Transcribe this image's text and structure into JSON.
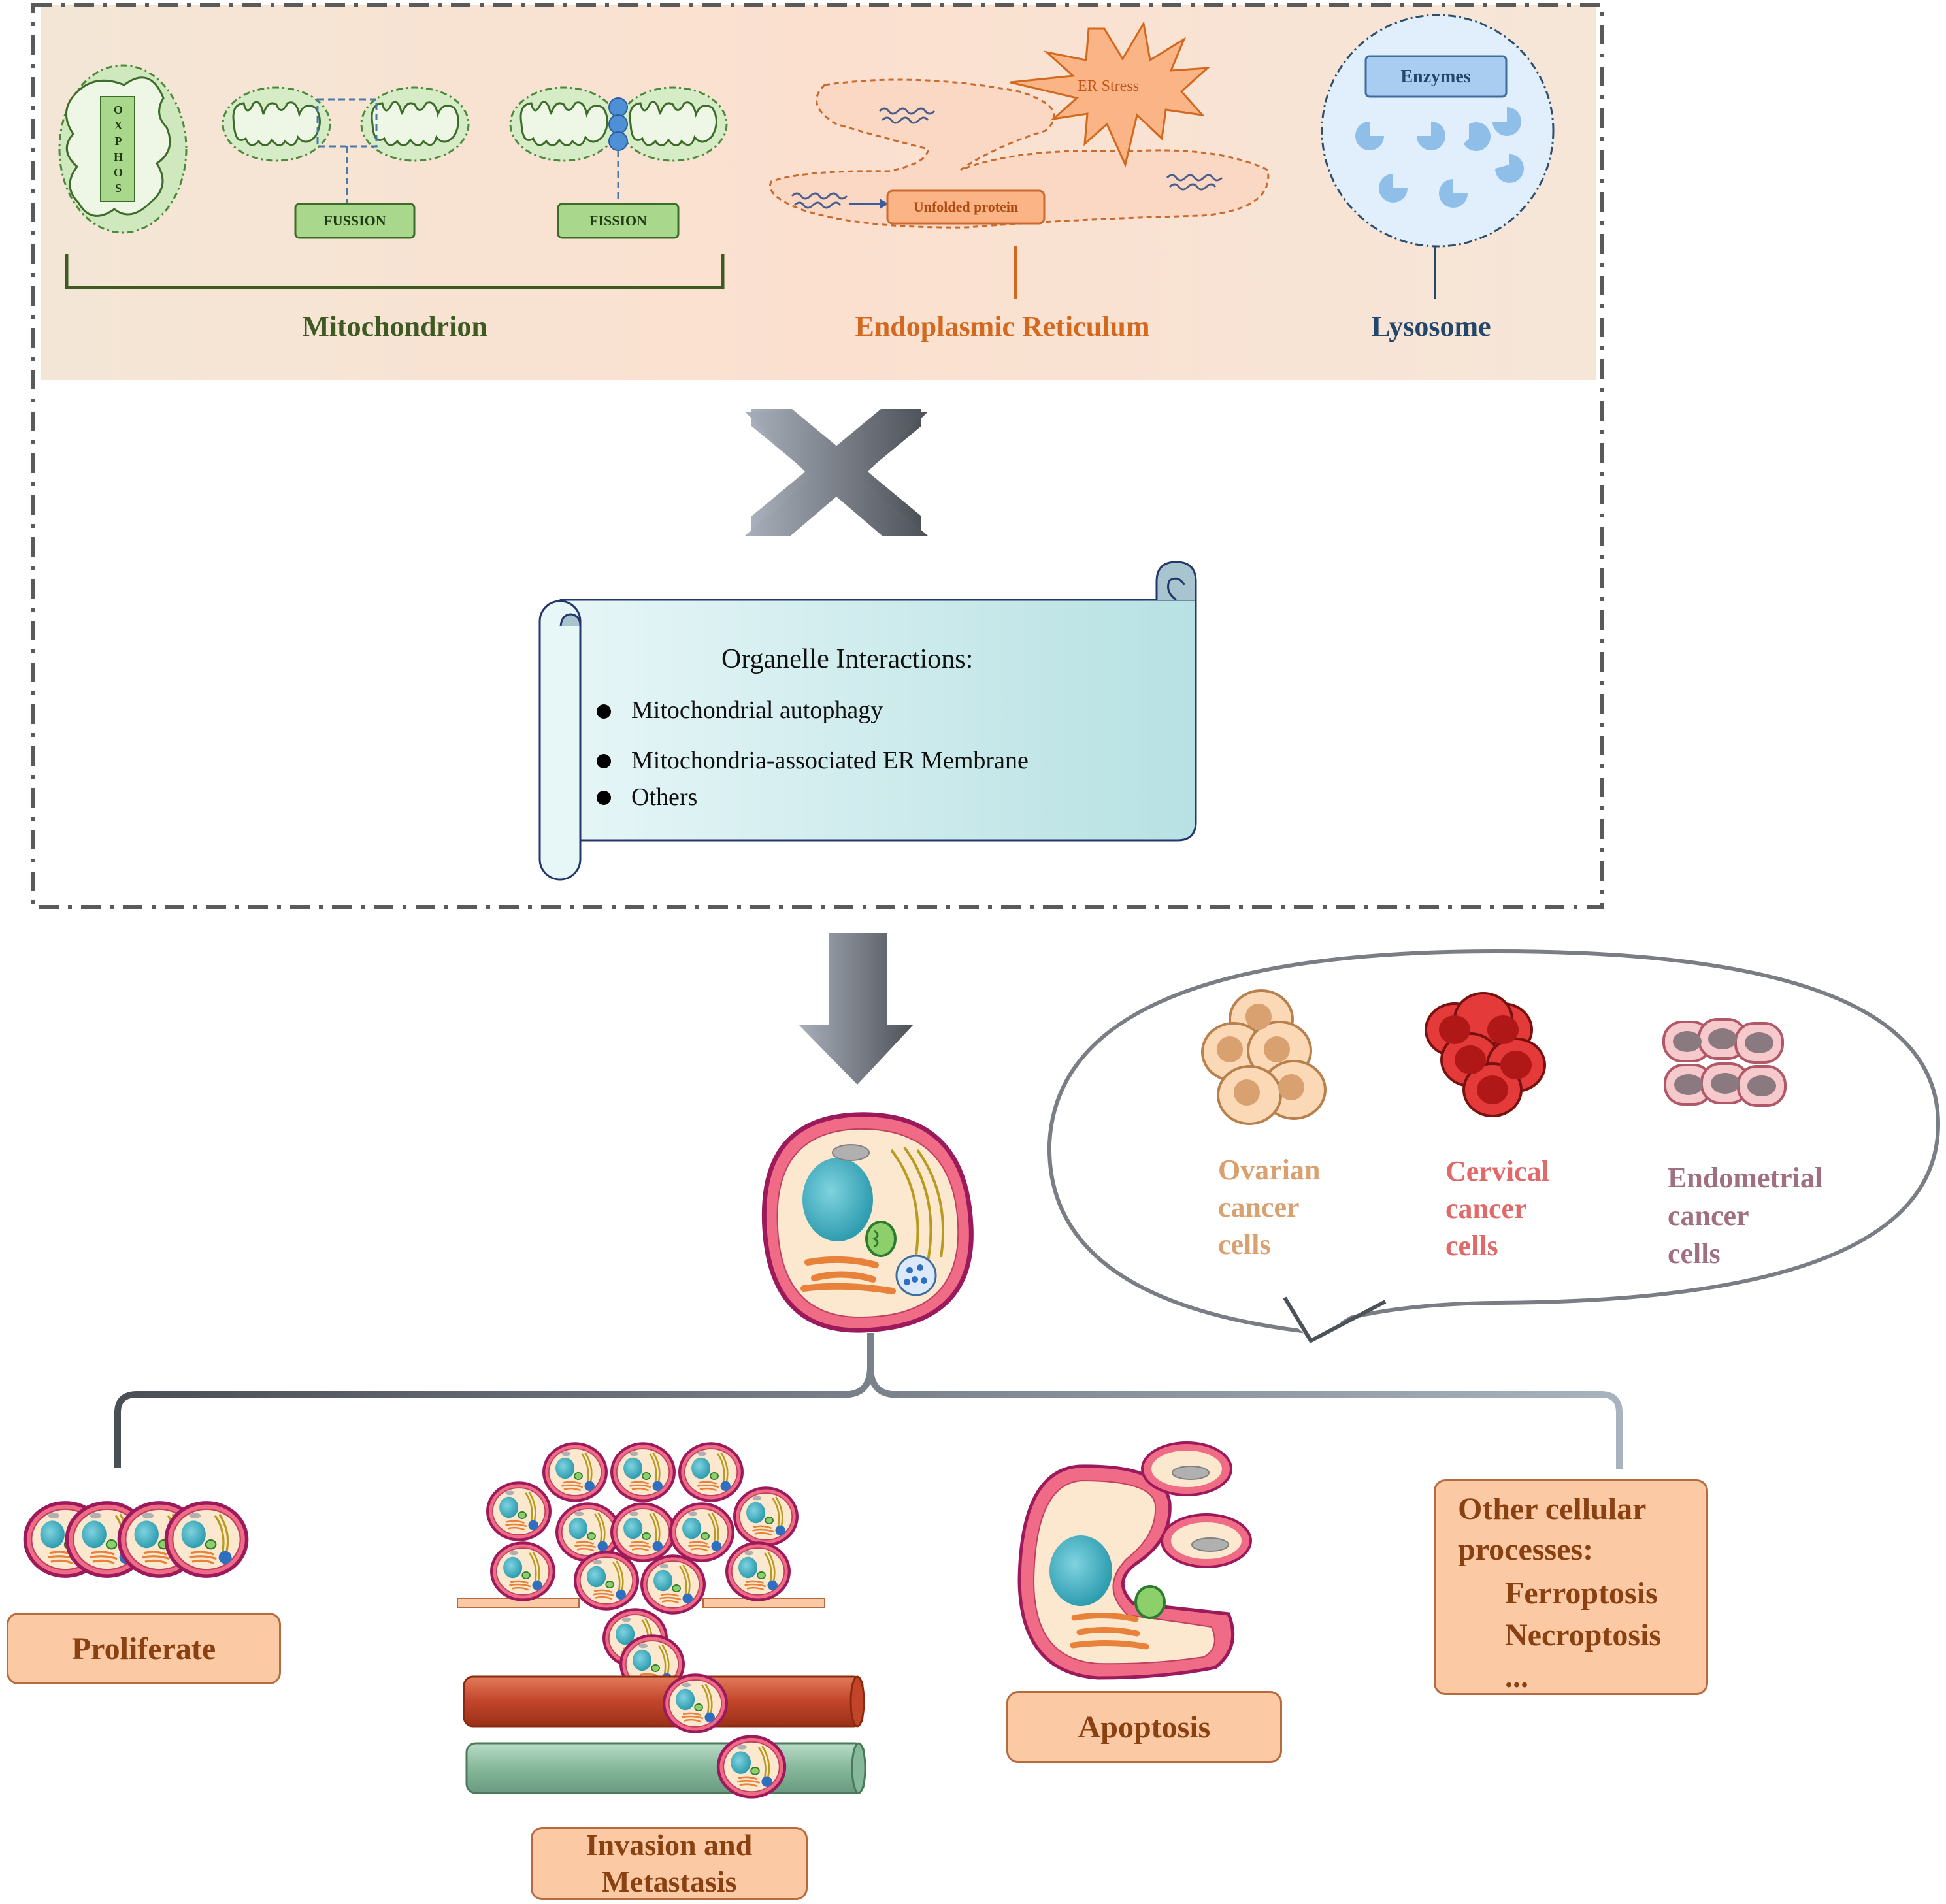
{
  "organelles": {
    "mitochondrion": {
      "label": "Mitochondrion",
      "oxphos": "OXPHOS",
      "fusion_label": "FUSSION",
      "fission_label": "FISSION"
    },
    "er": {
      "label": "Endoplasmic Reticulum",
      "stress_label": "ER Stress",
      "unfolded_label": "Unfolded protein"
    },
    "lysosome": {
      "label": "Lysosome",
      "enzymes_label": "Enzymes"
    }
  },
  "scroll": {
    "title": "Organelle Interactions:",
    "items": [
      "Mitochondrial autophagy",
      "Mitochondria-associated ER Membrane",
      "Others"
    ]
  },
  "cancer_types": [
    {
      "line1": "Ovarian",
      "line2": "cancer",
      "line3": "cells"
    },
    {
      "line1": "Cervical",
      "line2": "cancer",
      "line3": "cells"
    },
    {
      "line1": "Endometrial",
      "line2": "cancer",
      "line3": "cells"
    }
  ],
  "outcomes": {
    "proliferate": "Proliferate",
    "invasion_line1": "Invasion and",
    "invasion_line2": "Metastasis",
    "apoptosis": "Apoptosis",
    "other_title_line1": "Other cellular",
    "other_title_line2": "processes:",
    "other_items": [
      "Ferroptosis",
      "Necroptosis",
      "..."
    ]
  },
  "colors": {
    "mito_green": "#3e5a22",
    "er_orange": "#d2691e",
    "lyso_blue": "#23476b",
    "outcome_text": "#8a4112",
    "ovarian": "#d9a070",
    "cervical": "#e06a6a",
    "endometrial": "#a07080"
  }
}
